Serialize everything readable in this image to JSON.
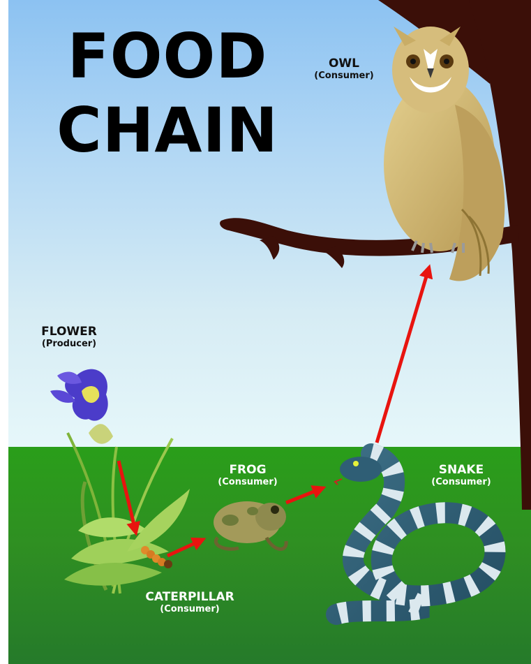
{
  "title_line1": "FOOD",
  "title_line2": "CHAIN",
  "organisms": {
    "owl": {
      "name": "OWL",
      "role": "(Consumer)"
    },
    "flower": {
      "name": "FLOWER",
      "role": "(Producer)"
    },
    "frog": {
      "name": "FROG",
      "role": "(Consumer)"
    },
    "snake": {
      "name": "SNAKE",
      "role": "(Consumer)"
    },
    "caterpillar": {
      "name": "CATERPILLAR",
      "role": "(Consumer)"
    }
  },
  "arrows": [
    {
      "from": "flower",
      "to": "caterpillar"
    },
    {
      "from": "caterpillar",
      "to": "frog"
    },
    {
      "from": "frog",
      "to": "snake"
    },
    {
      "from": "snake",
      "to": "owl"
    }
  ],
  "colors": {
    "arrow": "#e8140f",
    "sky_top": "#8cc2f2",
    "sky_bottom": "#e6f7fa",
    "grass": "#2a9e1a",
    "tree": "#3b0f08"
  }
}
